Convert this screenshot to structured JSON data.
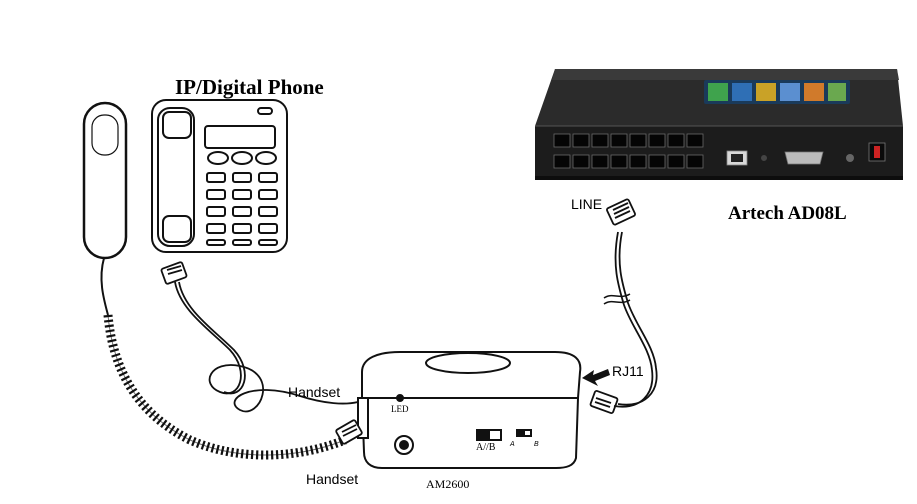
{
  "labels": {
    "phone_title": "IP/Digital Phone",
    "device_title": "Artech AD08L",
    "line": "LINE",
    "rj11": "RJ11",
    "handset_upper": "Handset",
    "handset_lower": "Handset",
    "led": "LED",
    "switch_ab": "A//B",
    "switch_a": "A",
    "switch_b": "B",
    "model": "AM2600"
  },
  "icons": {
    "arrow": "arrow-left-icon",
    "handset": "phone-handset-icon",
    "desk_phone": "desk-phone-icon",
    "pbx": "pbx-device-icon"
  }
}
